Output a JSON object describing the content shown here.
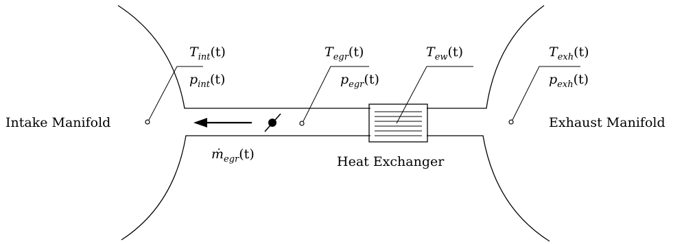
{
  "labels": {
    "intake": "Intake Manifold",
    "exhaust": "Exhaust Manifold",
    "heat_exchanger": "Heat Exchanger"
  },
  "variables": {
    "t_int": {
      "base": "T",
      "sub": "int",
      "arg": "(t)"
    },
    "p_int": {
      "base": "p",
      "sub": "int",
      "arg": "(t)"
    },
    "t_egr": {
      "base": "T",
      "sub": "egr",
      "arg": "(t)"
    },
    "p_egr": {
      "base": "p",
      "sub": "egr",
      "arg": "(t)"
    },
    "t_ew": {
      "base": "T",
      "sub": "ew",
      "arg": "(t)"
    },
    "t_exh": {
      "base": "T",
      "sub": "exh",
      "arg": "(t)"
    },
    "p_exh": {
      "base": "p",
      "sub": "exh",
      "arg": "(t)"
    },
    "m_egr": {
      "base": "ṁ",
      "sub": "egr",
      "arg": "(t)"
    }
  }
}
